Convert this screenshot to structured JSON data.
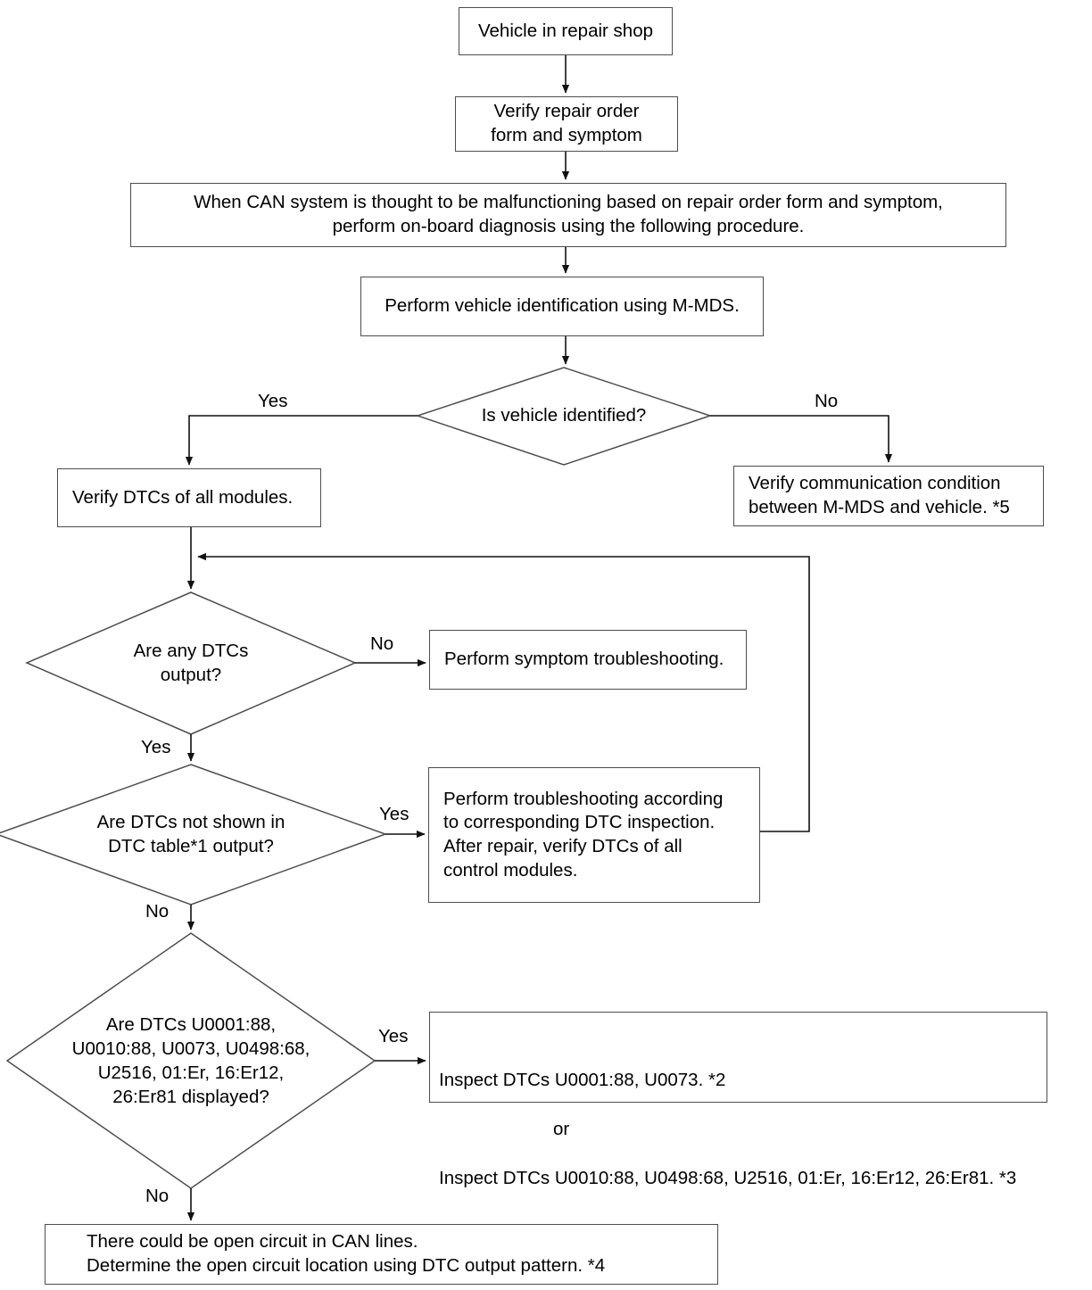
{
  "diagram": {
    "title": "CAN system on-board diagnosis flowchart",
    "type": "flowchart",
    "stroke_color": "#4d4d4d",
    "text_color": "#000000",
    "background": "#ffffff"
  },
  "nodes": {
    "start": {
      "label": "Vehicle in repair shop"
    },
    "verify_order": {
      "label": "Verify repair order\nform and symptom"
    },
    "can_note": {
      "label": "When CAN system is thought to be malfunctioning based on repair order form and symptom,\nperform on-board diagnosis using the following procedure."
    },
    "vehicle_id": {
      "label": "Perform vehicle identification using M-MDS."
    },
    "q_identified": {
      "label": "Is vehicle identified?"
    },
    "verify_dtcs_all": {
      "label": "Verify DTCs of all modules."
    },
    "verify_comm": {
      "label": "Verify communication condition\nbetween M-MDS and vehicle. *5"
    },
    "q_any_dtcs": {
      "label": "Are any DTCs\noutput?"
    },
    "symptom_ts": {
      "label": "Perform symptom troubleshooting."
    },
    "q_not_in_table": {
      "label": "Are DTCs not shown in\nDTC table*1 output?"
    },
    "perform_ts": {
      "label": "Perform troubleshooting according\nto corresponding DTC inspection.\nAfter repair, verify DTCs of all\ncontrol modules."
    },
    "q_dtc_list": {
      "label": "Are DTCs U0001:88,\nU0010:88, U0073, U0498:68,\nU2516, 01:Er, 16:Er12,\n26:Er81 displayed?"
    },
    "inspect_dtcs_line1": {
      "label": "Inspect DTCs U0001:88, U0073.  *2"
    },
    "inspect_dtcs_or": {
      "label": "or"
    },
    "inspect_dtcs_line3": {
      "label": "Inspect DTCs U0010:88, U0498:68, U2516, 01:Er, 16:Er12, 26:Er81.  *3"
    },
    "open_circuit": {
      "label": "There could be open circuit in CAN lines.\nDetermine the open circuit location using DTC output pattern.   *4"
    }
  },
  "edge_labels": {
    "identified_yes": "Yes",
    "identified_no": "No",
    "any_dtcs_no": "No",
    "any_dtcs_yes": "Yes",
    "not_in_table_yes": "Yes",
    "not_in_table_no": "No",
    "dtc_list_yes": "Yes",
    "dtc_list_no": "No"
  }
}
